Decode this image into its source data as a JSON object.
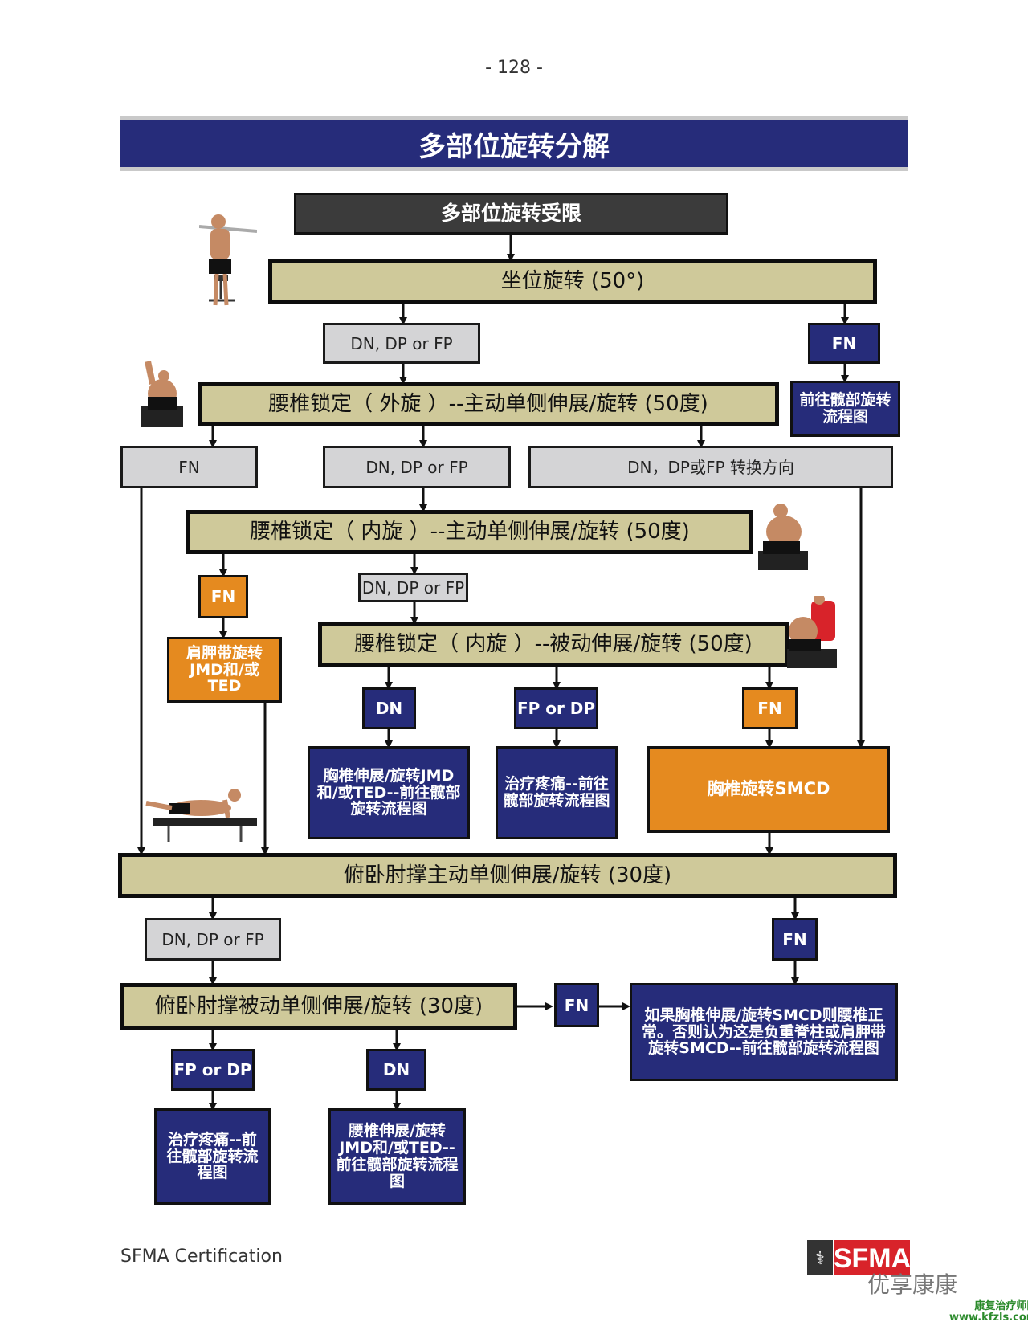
{
  "page_number": "- 128 -",
  "title": "多部位旋转分解",
  "nodes": {
    "start": "多部位旋转受限",
    "seated": "坐位旋转 (50°)",
    "g1": "DN, DP or FP",
    "fn1": "FN",
    "hip1": "前往髋部旋转流程图",
    "lumbar_er": "腰椎锁定（ 外旋 ）--主动单侧伸展/旋转 (50度)",
    "fn2": "FN",
    "g2": "DN, DP or FP",
    "g3": "DN，DP或FP 转换方向",
    "lumbar_ir": "腰椎锁定（ 内旋 ）--主动单侧伸展/旋转 (50度)",
    "fn3": "FN",
    "shoulder": "肩胛带旋转JMD和/或TED",
    "g4": "DN, DP or FP",
    "lumbar_ir_passive": "腰椎锁定（ 内旋 ）--被动伸展/旋转 (50度)",
    "dn1": "DN",
    "fpdp1": "FP or DP",
    "fn4": "FN",
    "thoracic_jmd": "胸椎伸展/旋转JMD和/或TED--前往髋部旋转流程图",
    "treat1": "治疗疼痛--前往髋部旋转流程图",
    "smcd": "胸椎旋转SMCD",
    "prone_active": "俯卧肘撑主动单侧伸展/旋转 (30度)",
    "g5": "DN, DP or FP",
    "fn5": "FN",
    "prone_passive": "俯卧肘撑被动单侧伸展/旋转 (30度)",
    "fn6": "FN",
    "final_note": "如果胸椎伸展/旋转SMCD则腰椎正常。否则认为这是负重脊柱或肩胛带旋转SMCD--前往髋部旋转流程图",
    "fpdp2": "FP or DP",
    "dn2": "DN",
    "treat2": "治疗疼痛--前往髋部旋转流程图",
    "lumbar_jmd": "腰椎伸展/旋转JMD和/或TED--前往髋部旋转流程图"
  },
  "footer": "SFMA Certification",
  "logo_text": "SFMA",
  "watermark": "优享康康",
  "watermark_site_name": "康复治疗师网",
  "watermark_url": "www.kfzls.com",
  "colors": {
    "navy": "#262c7a",
    "khaki": "#cfc99a",
    "grey": "#d4d4d6",
    "orange": "#e58a1f",
    "dark": "#3b3b3b",
    "logo_red": "#d8232a"
  }
}
